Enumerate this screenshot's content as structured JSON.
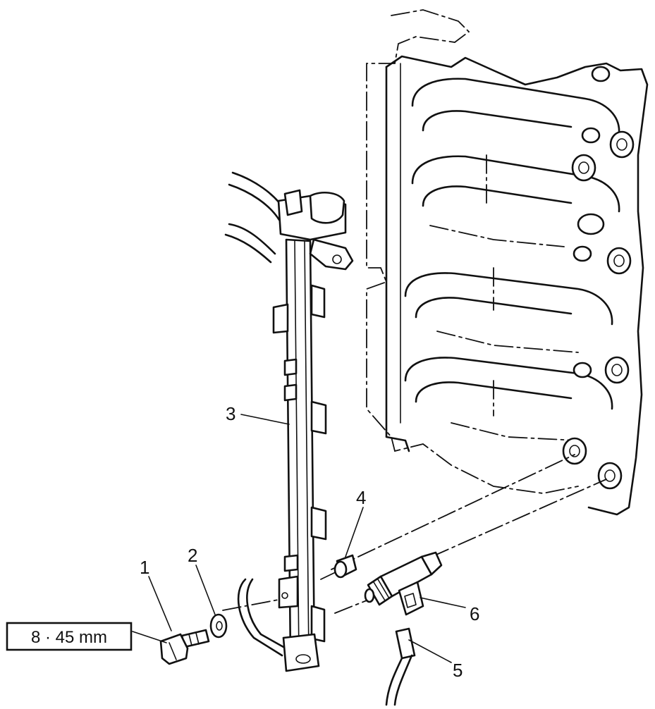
{
  "callouts": [
    {
      "id": "1",
      "label": "1"
    },
    {
      "id": "2",
      "label": "2"
    },
    {
      "id": "3",
      "label": "3"
    },
    {
      "id": "4",
      "label": "4"
    },
    {
      "id": "5",
      "label": "5"
    },
    {
      "id": "6",
      "label": "6"
    }
  ],
  "spec_box": {
    "label": "8 · 45 mm"
  },
  "colors": {
    "line": "#111111",
    "background": "#ffffff"
  }
}
